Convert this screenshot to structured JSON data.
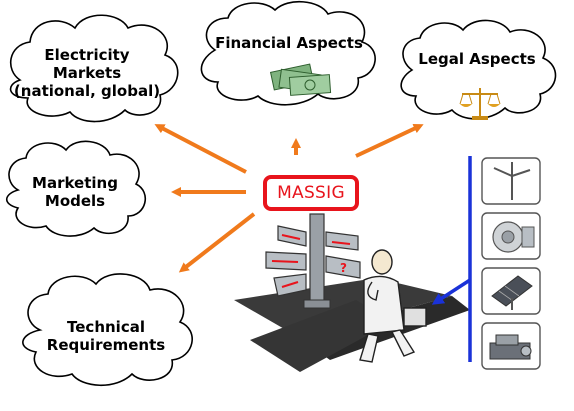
{
  "diagram": {
    "center_label": "MASSIG",
    "nodes": [
      {
        "id": "electricity",
        "line1": "Electricity Markets",
        "line2": "(national, global)"
      },
      {
        "id": "financial",
        "line1": "Financial Aspects"
      },
      {
        "id": "legal",
        "line1": "Legal Aspects"
      },
      {
        "id": "marketing",
        "line1": "Marketing",
        "line2": "Models"
      },
      {
        "id": "technical",
        "line1": "Technical",
        "line2": "Requirements"
      }
    ],
    "technologies": [
      "wind-turbine",
      "water-turbine",
      "solar-panel",
      "generator-engine"
    ],
    "colors": {
      "arrow": "#f07a1c",
      "massig": "#e8141c",
      "tech_bar": "#1a32d8",
      "cloud_stroke": "#000000"
    }
  }
}
